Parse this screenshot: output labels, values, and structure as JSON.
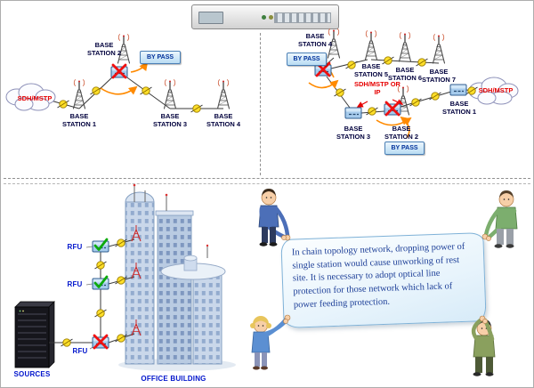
{
  "left_network": {
    "cloud": "SDH/MSTP",
    "bypass": "BY PASS",
    "stations": [
      "BASE STATION 1",
      "BASE STATION 2",
      "BASE STATION 3",
      "BASE STATION 4"
    ]
  },
  "right_network": {
    "cloud": "SDH/MSTP",
    "bypass": "BY PASS",
    "link_type": "SDH/MSTP OR IP",
    "stations": [
      "BASE STATION 1",
      "BASE STATION 2",
      "BASE STATION 3",
      "BASE STATION 4",
      "BASE STATION 5",
      "BASE STATION 6",
      "BASE STATION 7"
    ]
  },
  "bottom_left": {
    "sources": "SOURCES",
    "building": "OFFICE BUILDING",
    "rfu": "RFU"
  },
  "banner": {
    "text": "In chain topology network, dropping power of single station would cause unworking of rest site. It is necessary to adopt optical line protection for those network which lack of power feeding protection."
  },
  "colors": {
    "station_label": "#00003c",
    "red_text": "#e60000",
    "blue_caption": "#0014cc",
    "fiber_yellow": "#ffdf29",
    "fail_red": "#f01010",
    "ok_green": "#0caa0c",
    "bypass_arrow": "#ff8a00",
    "bypass_box_bg": "#b9dcf3"
  }
}
